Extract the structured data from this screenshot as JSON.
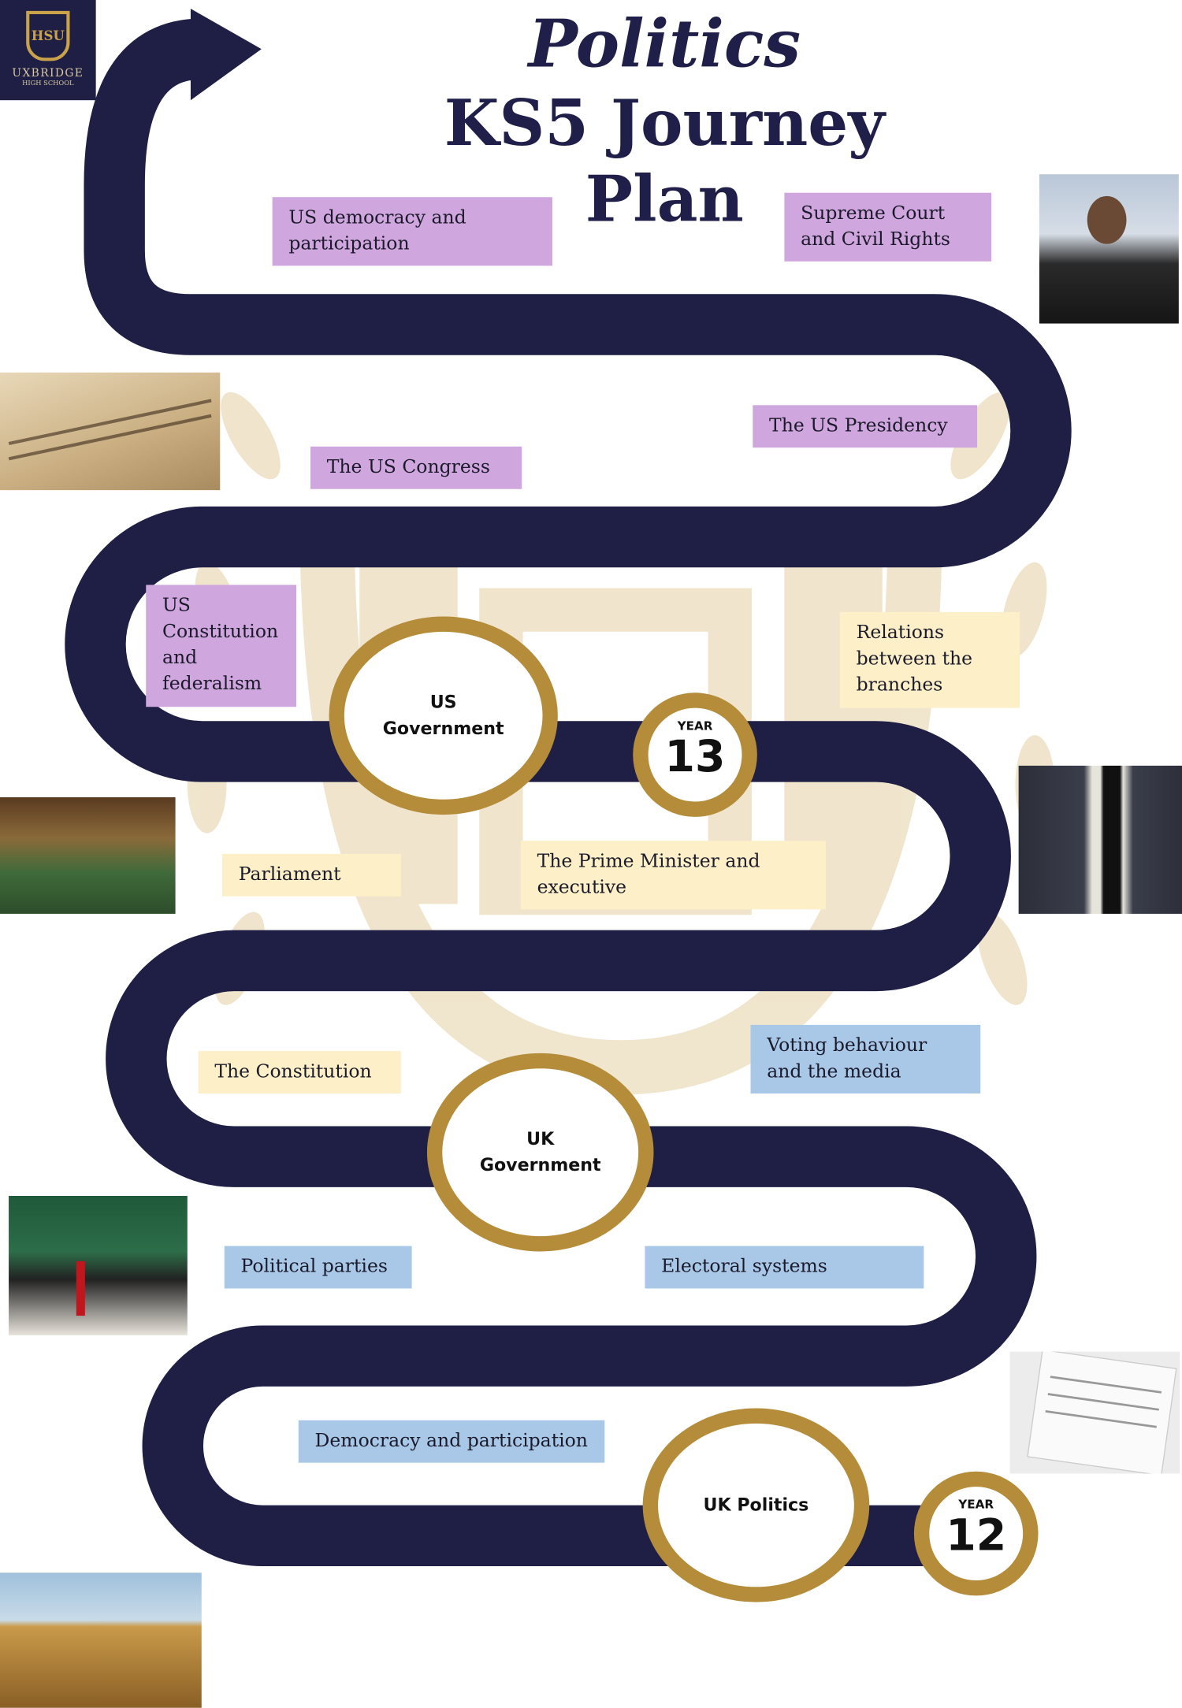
{
  "logo": {
    "name": "UXBRIDGE",
    "subtitle": "HIGH SCHOOL",
    "monogram": "HSU"
  },
  "title": {
    "line1": "Politics",
    "line2": "KS5 Journey Plan"
  },
  "topics": {
    "us_democracy": "US democracy and participation",
    "supreme_court": "Supreme Court and Civil Rights",
    "us_presidency": "The US Presidency",
    "us_congress": "The US Congress",
    "us_constitution": "US Constitution and federalism",
    "relations": "Relations between the branches",
    "parliament": "Parliament",
    "prime_minister": "The Prime Minister and executive",
    "constitution": "The Constitution",
    "voting": "Voting behaviour and the media",
    "parties": "Political parties",
    "electoral": "Electoral systems",
    "democracy": "Democracy and participation"
  },
  "milestones": {
    "us_government": "US Government",
    "uk_government": "UK Government",
    "uk_politics": "UK Politics",
    "year13": {
      "label": "YEAR",
      "number": "13"
    },
    "year12": {
      "label": "YEAR",
      "number": "12"
    }
  },
  "colors": {
    "path": "#1f1f45",
    "gold": "#b58d3a",
    "purple": "#d0a6de",
    "cream": "#fdf0c8",
    "blue": "#a9c8e8"
  }
}
